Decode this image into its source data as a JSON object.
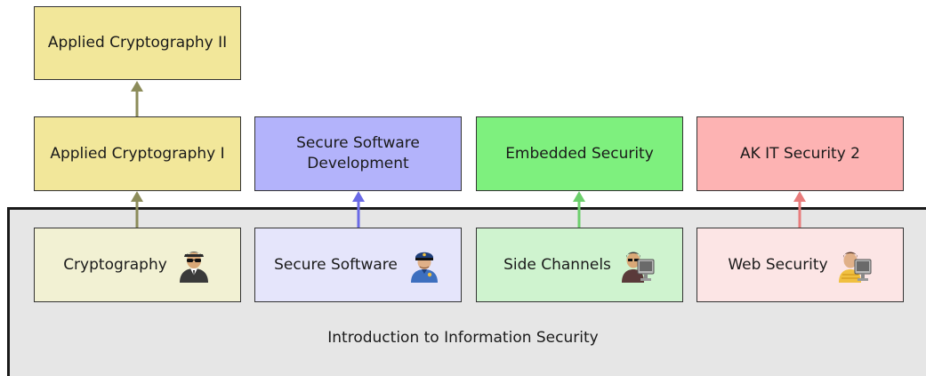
{
  "base": {
    "label": "Introduction to Information Security",
    "color": "#e6e6e6"
  },
  "courses": {
    "applied_crypto_2": {
      "label": "Applied Cryptography II",
      "color": "#f2e79a"
    },
    "applied_crypto_1": {
      "label": "Applied Cryptography I",
      "color": "#f2e79a"
    },
    "secure_software_dev": {
      "label_line1": "Secure Software",
      "label_line2": "Development",
      "color": "#b3b3fb"
    },
    "embedded_security": {
      "label": "Embedded Security",
      "color": "#7ef07e"
    },
    "ak_it_security_2": {
      "label": "AK IT Security 2",
      "color": "#fdb3b3"
    }
  },
  "intro_topics": {
    "cryptography": {
      "label": "Cryptography",
      "icon": "spy-icon",
      "color": "#f2f1d3"
    },
    "secure_software": {
      "label": "Secure Software",
      "icon": "police-officer-icon",
      "color": "#e5e5fb"
    },
    "side_channels": {
      "label": "Side Channels",
      "icon": "hacker-computer-icon",
      "color": "#cff3cf"
    },
    "web_security": {
      "label": "Web Security",
      "icon": "user-computer-icon",
      "color": "#fce5e5"
    }
  },
  "arrow_colors": {
    "olive": "#8c8c5a",
    "blue": "#6a6ae6",
    "green": "#6ccf6c",
    "red": "#e87c7c"
  }
}
